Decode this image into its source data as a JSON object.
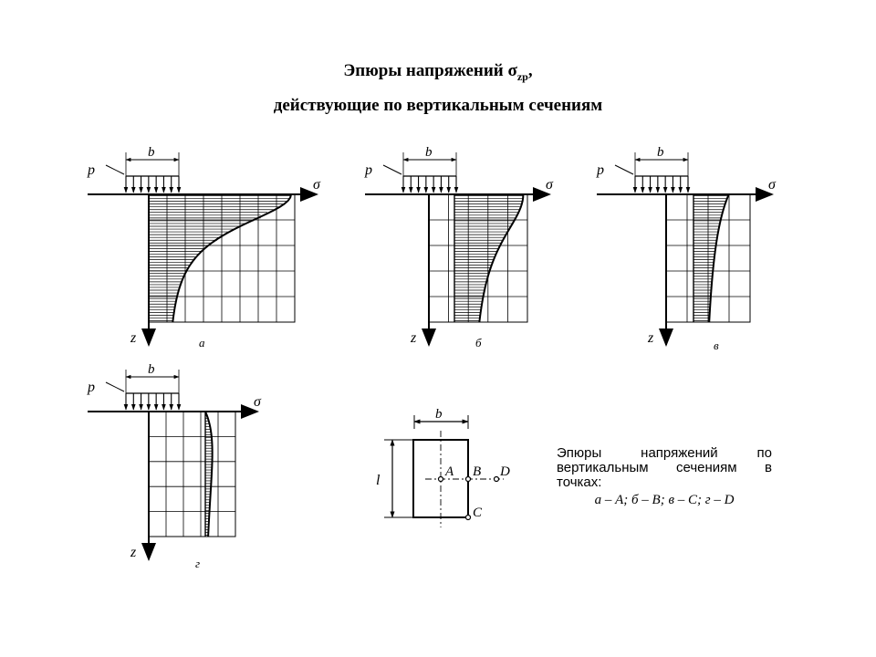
{
  "title": {
    "line1_prefix": "Эпюры напряжений σ",
    "line1_sub": "zp",
    "line1_suffix": ",",
    "line2": "действующие по вертикальным сечениям"
  },
  "labels": {
    "load": "p",
    "width": "b",
    "sigma": "σ",
    "depth": "z",
    "height": "l"
  },
  "panels": [
    {
      "id": "a",
      "label": "а"
    },
    {
      "id": "b",
      "label": "б"
    },
    {
      "id": "v",
      "label": "в"
    },
    {
      "id": "g",
      "label": "г"
    }
  ],
  "plan_points": [
    "A",
    "B",
    "C",
    "D"
  ],
  "note": {
    "text": "Эпюры напряжений по вертикальным сечениям в точках:",
    "formula": "а – A;  б – B;  в – C;  г – D"
  }
}
